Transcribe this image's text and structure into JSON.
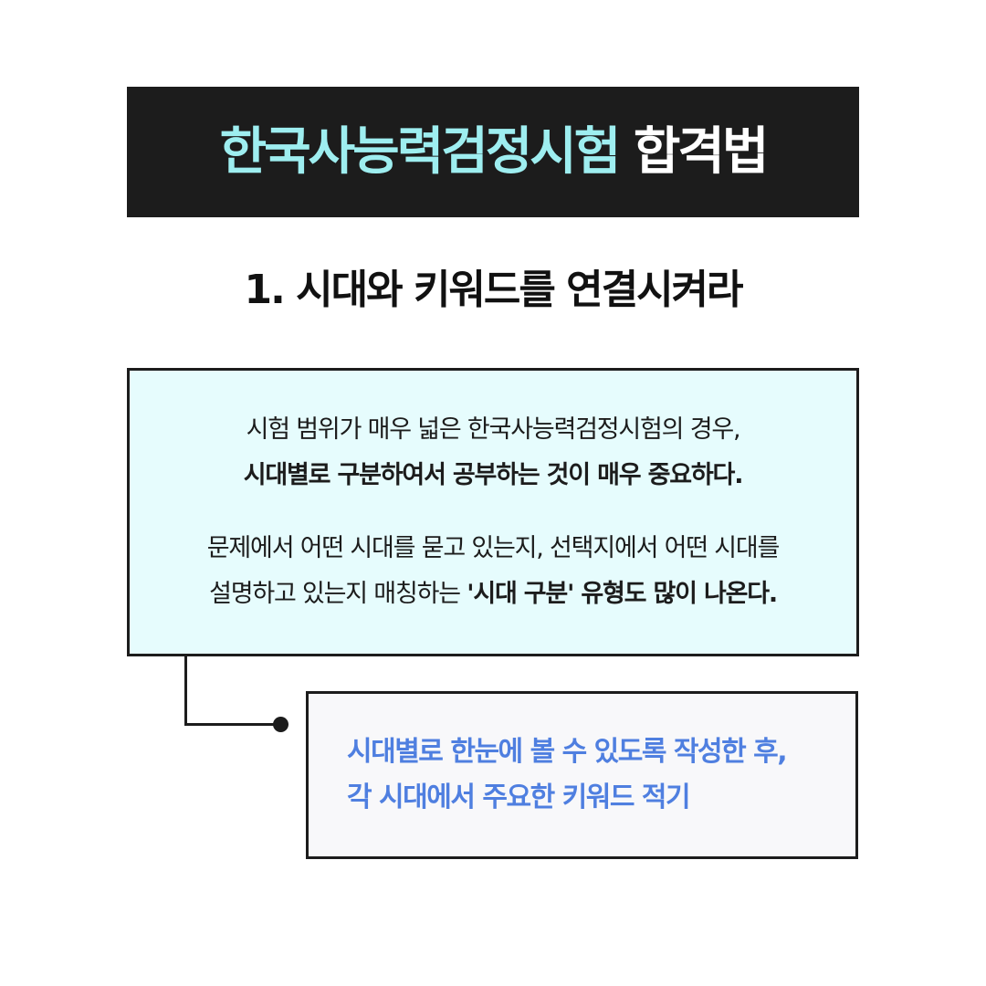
{
  "title": {
    "accent": "한국사능력검정시험",
    "plain": "합격법"
  },
  "section": {
    "heading": "1. 시대와 키워드를 연결시켜라"
  },
  "info": {
    "p1_line1": "시험 범위가 매우 넓은 한국사능력검정시험의 경우,",
    "p1_line2": "시대별로 구분하여서 공부하는 것이 매우 중요하다.",
    "p2_line1": "문제에서 어떤 시대를 묻고 있는지, 선택지에서 어떤 시대를",
    "p2_line2_plain": "설명하고 있는지 매칭하는 ",
    "p2_line2_bold": "'시대 구분' 유형도 많이 나온다."
  },
  "tip": {
    "line1": "시대별로 한눈에 볼 수 있도록 작성한 후,",
    "line2": "각 시대에서 주요한 키워드 적기"
  },
  "colors": {
    "banner_bg": "#1c1c1c",
    "title_accent": "#9eeef0",
    "info_bg": "#e6fcfd",
    "tip_text": "#4f7fe0"
  }
}
